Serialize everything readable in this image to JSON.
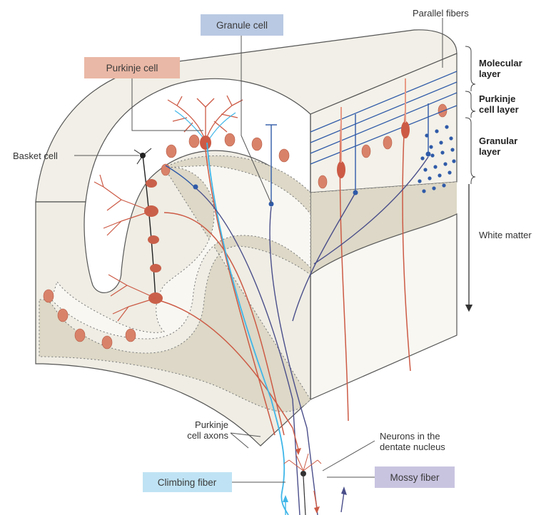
{
  "labels": {
    "granule_cell": "Granule cell",
    "purkinje_cell": "Purkinje cell",
    "basket_cell": "Basket cell",
    "parallel_fibers": "Parallel fibers",
    "molecular_layer_1": "Molecular",
    "molecular_layer_2": "layer",
    "purkinje_layer_1": "Purkinje",
    "purkinje_layer_2": "cell layer",
    "granular_layer_1": "Granular",
    "granular_layer_2": "layer",
    "white_matter": "White matter",
    "purkinje_axons_1": "Purkinje",
    "purkinje_axons_2": "cell axons",
    "dentate_1": "Neurons in the",
    "dentate_2": "dentate nucleus",
    "climbing_fiber": "Climbing fiber",
    "mossy_fiber": "Mossy fiber"
  },
  "colors": {
    "granule_box": "#b9c9e3",
    "purkinje_box": "#eab8a6",
    "climbing_box": "#bfe3f4",
    "mossy_box": "#c8c4e0",
    "purkinje_red": "#cc5a45",
    "granule_blue": "#2f5aa8",
    "climbing_cyan": "#3fb6e8",
    "mossy_navy": "#4a4e8a",
    "molecular_fill": "#f1efe7",
    "granular_fill": "#ddd8c7",
    "white_fill": "#f8f7f2"
  }
}
